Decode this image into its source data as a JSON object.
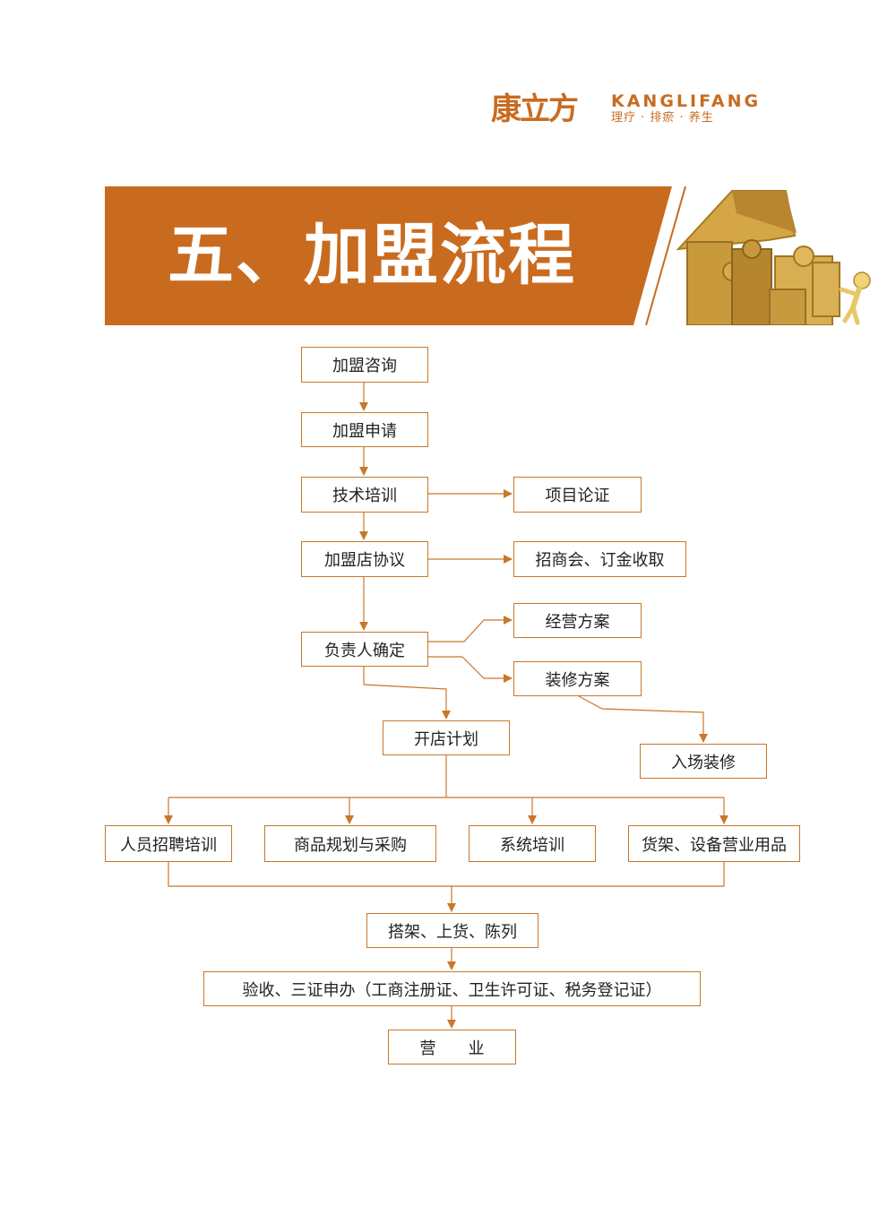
{
  "logo": {
    "name_cn": "康立方",
    "name_en": "KANGLIFANG",
    "tagline": "理疗 · 排瘀 · 养生"
  },
  "banner": {
    "title": "五、加盟流程"
  },
  "colors": {
    "brand_orange": "#c96b1f",
    "line": "#c8772b",
    "gold": "#c9a24a"
  },
  "flow": {
    "consult": "加盟咨询",
    "apply": "加盟申请",
    "training": "技术培训",
    "project_review": "项目论证",
    "agreement": "加盟店协议",
    "fair_deposit": "招商会、订金收取",
    "manager": "负责人确定",
    "business_plan": "经营方案",
    "decoration_plan": "装修方案",
    "open_plan": "开店计划",
    "onsite_decoration": "入场装修",
    "staff_training": "人员招聘培训",
    "goods_planning": "商品规划与采购",
    "system_training": "系统培训",
    "shelves_equipment": "货架、设备营业用品",
    "setup_stock": "搭架、上货、陈列",
    "licenses": "验收、三证申办（工商注册证、卫生许可证、税务登记证）",
    "open": "营　　业"
  }
}
